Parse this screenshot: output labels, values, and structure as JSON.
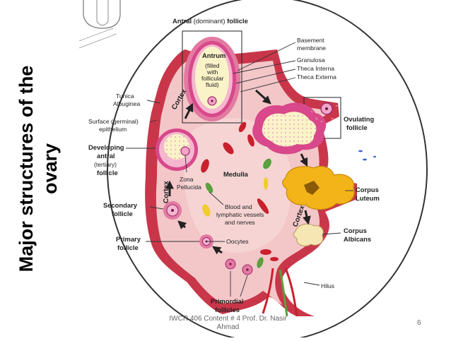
{
  "slide": {
    "title_line1": "Major structures of the",
    "title_line2": "ovary",
    "footer_line1": "IWCR 406 Content # 4 Prof. Dr. Nasir",
    "footer_line2": "Ahmad",
    "page_number": "6"
  },
  "diagram": {
    "antral_title_bold1": "Antral",
    "antral_title_mid": " (dominant) ",
    "antral_title_bold2": "follicle",
    "antrum": "Antrum",
    "antrum_filled": "(filled",
    "antrum_with": "with",
    "antrum_follicular": "follicular",
    "antrum_fluid": "fluid)",
    "basement1": "Basement",
    "basement2": "membrane",
    "granulosa": "Granulosa",
    "theca_interna": "Theca Interna",
    "theca_externa": "Theca Externa",
    "tunica1": "Tunica",
    "tunica2": "Albuginea",
    "surface1": "Surface (germinal)",
    "surface2": "epithelium",
    "developing1": "Developing",
    "developing2": "antral",
    "developing3": "(tertiary)",
    "developing4": "follicle",
    "zona1": "Zona",
    "zona2": "Pellucida",
    "medulla": "Medulla",
    "cortex": "Cortex",
    "secondary1": "Secondary",
    "secondary2": "follicle",
    "blood1": "Blood and",
    "blood2": "lymphatic vessels",
    "blood3": "and nerves",
    "primary1": "Primary",
    "primary2": "follicle",
    "oocytes": "Oocytes",
    "primordial1": "Primordial",
    "primordial2": "follicles",
    "ovulating1": "Ovulating",
    "ovulating2": "follicle",
    "corpus_luteum1": "Corpus",
    "corpus_luteum2": "Luteum",
    "corpus_albicans1": "Corpus",
    "corpus_albicans2": "Albicans",
    "hilus": "Hilus"
  },
  "colors": {
    "capsule": "#c9364a",
    "tissue": "#f3c6c8",
    "follicle": "#d8488a",
    "antrum": "#fbf3c8",
    "corpus_luteum": "#f2b418",
    "red_cells": "#c8202c",
    "green_cells": "#5aa03c",
    "yellow_cells": "#f0cc2c",
    "arrow": "#222222"
  }
}
